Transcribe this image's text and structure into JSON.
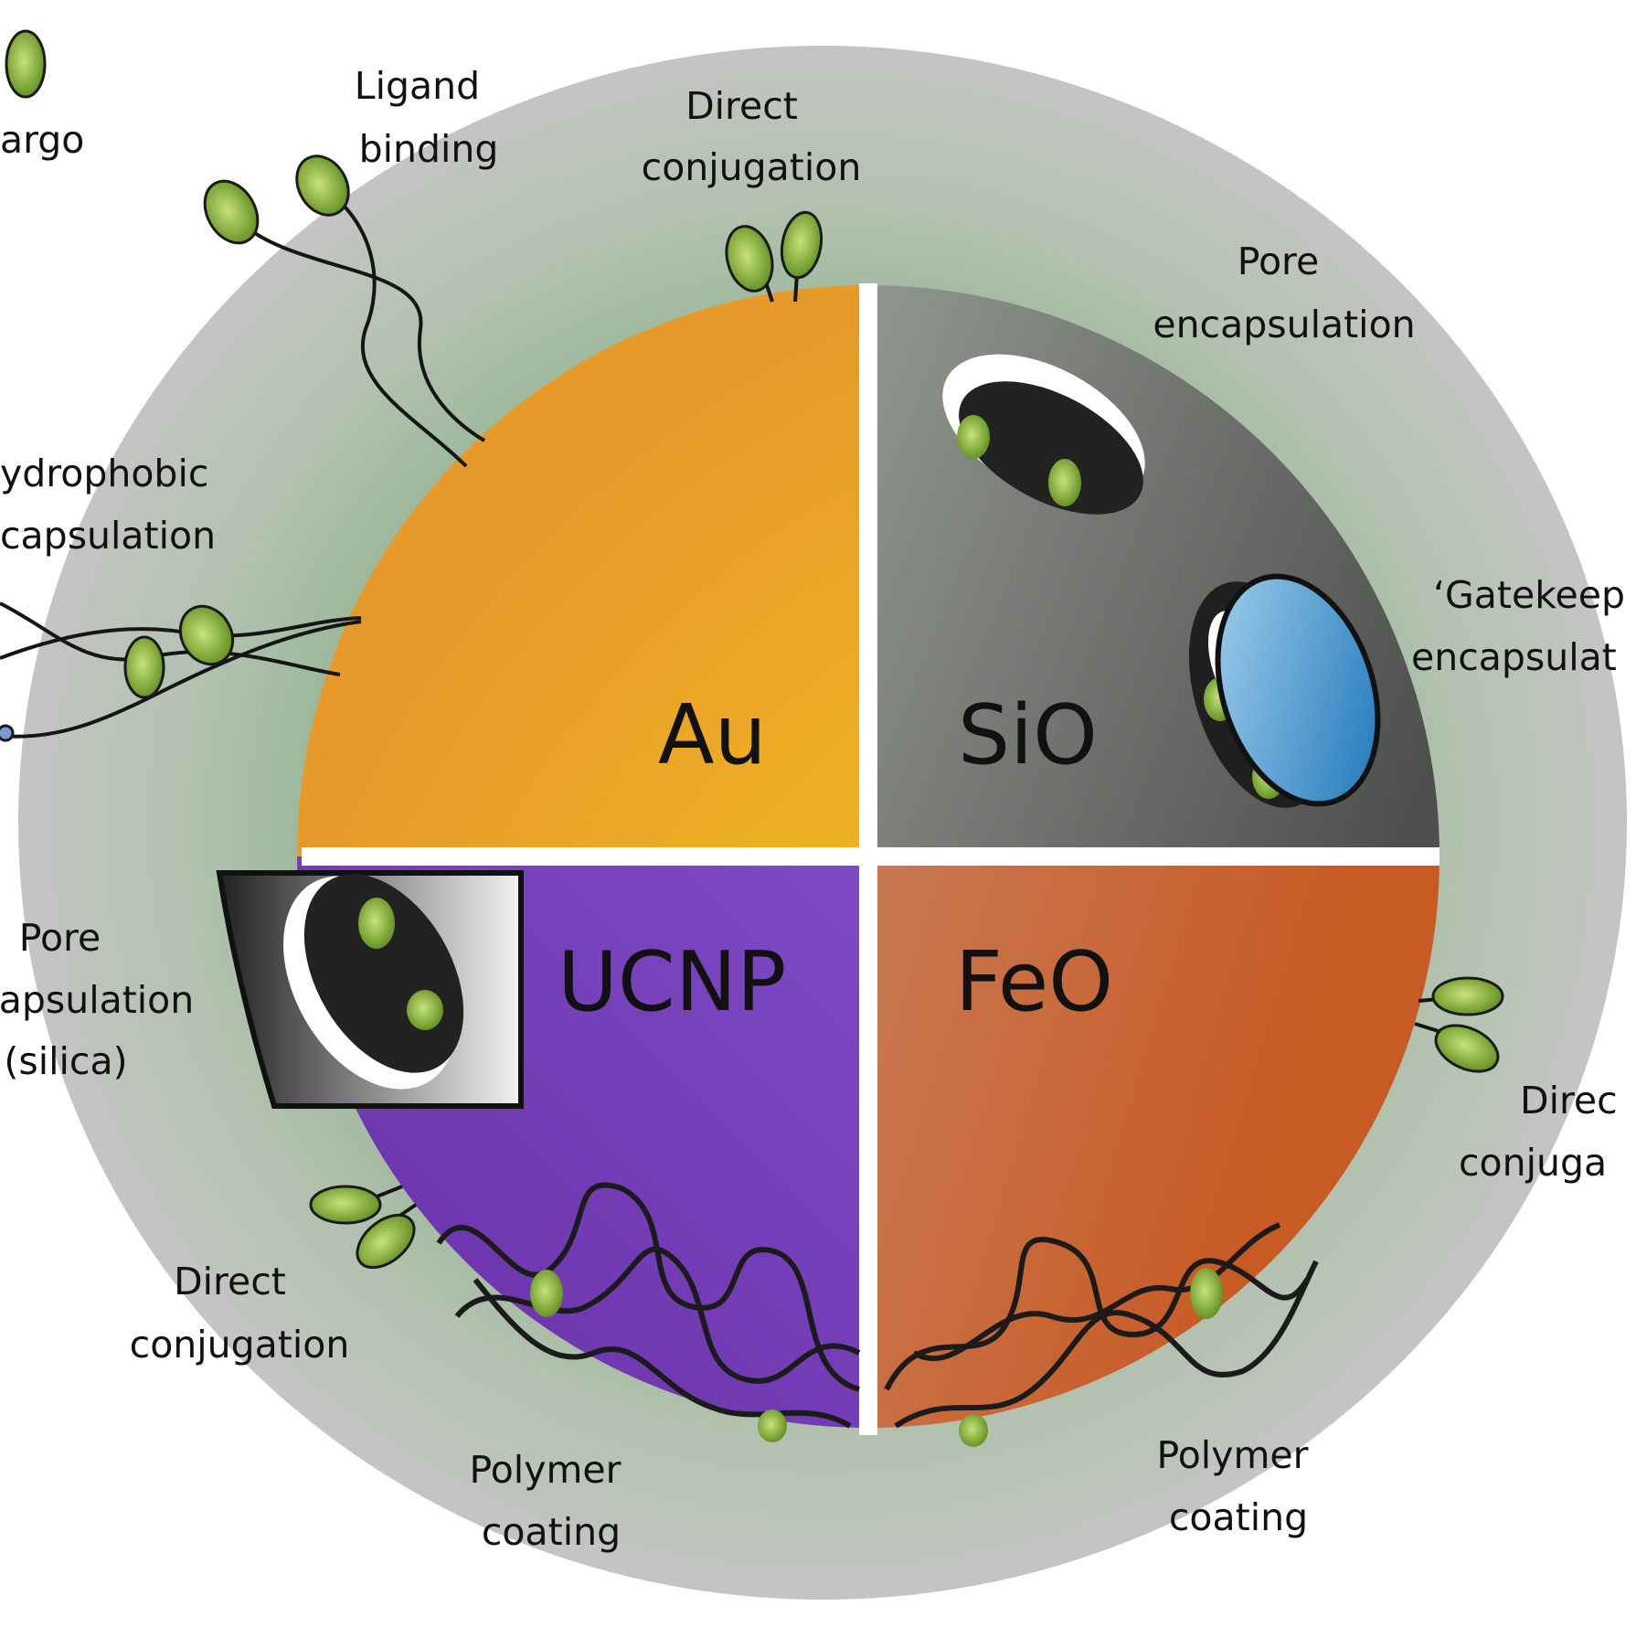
{
  "quadrants": {
    "au": "Au",
    "sio": "SiO",
    "ucnp": "UCNP",
    "feo": "FeO"
  },
  "labels": {
    "cargo": "argo",
    "ligand_binding": [
      "Ligand",
      "binding"
    ],
    "direct_conjugation_top": [
      "Direct",
      "conjugation"
    ],
    "pore_encapsulation_top": [
      "Pore",
      "encapsulation"
    ],
    "hydrophobic_encapsulation": [
      "ydrophobic",
      "capsulation"
    ],
    "gatekeeper_encapsulation": [
      "‘Gatekeep",
      "encapsulat"
    ],
    "pore_encapsulation_silica": [
      "Pore",
      "apsulation",
      "(silica)"
    ],
    "direct_conjugation_right": [
      "Direc",
      "conjuga"
    ],
    "direct_conjugation_left": [
      "Direct",
      "conjugation"
    ],
    "polymer_coating_left": [
      "Polymer",
      "coating"
    ],
    "polymer_coating_right": [
      "Polymer",
      "coating"
    ]
  },
  "colors": {
    "au": "#f2b51e",
    "sio": "#8e918c",
    "ucnp": "#7d4fd0",
    "feo": "#cc7a52",
    "halo": "#bfc3bd",
    "halo_inner": "#a5bba3",
    "cargo": "#8fbf3a",
    "gatekeeper": "#2d84c4"
  }
}
